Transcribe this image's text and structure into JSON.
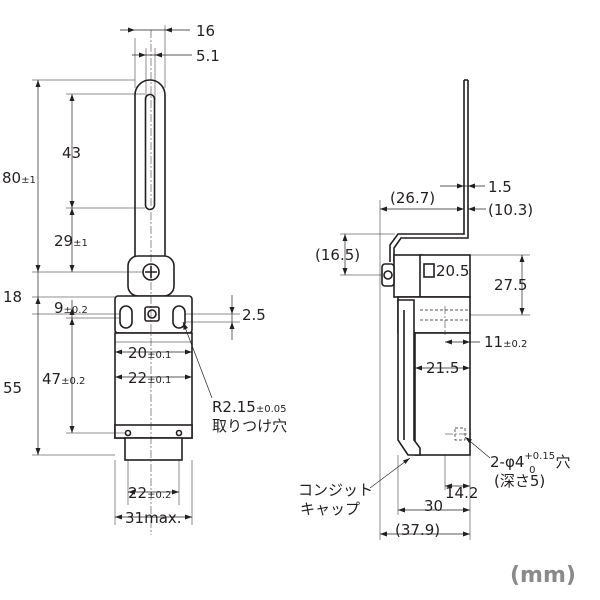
{
  "units": "(mm)",
  "front_view": {
    "dims": {
      "lever_width": "16",
      "slot_width": "5.1",
      "total_height_val": "80",
      "total_height_tol": "±1",
      "lever_upper": "43",
      "lever_lower_val": "29",
      "lever_lower_tol": "±1",
      "head_height": "18",
      "mount_offset_val": "9",
      "mount_offset_tol": "±0.2",
      "hole_offset": "2.5",
      "body_height": "55",
      "mount_pitch_v_val": "47",
      "mount_pitch_v_tol": "±0.2",
      "inner_width_1_val": "20",
      "inner_width_1_tol": "±0.1",
      "inner_width_2_val": "22",
      "inner_width_2_tol": "±0.1",
      "base_width_val": "22",
      "base_width_tol": "±0.2",
      "total_width": "31max."
    },
    "notes": {
      "radius_val": "R2.15",
      "radius_tol": "±0.05",
      "mount_hole": "取りつけ穴"
    }
  },
  "side_view": {
    "dims": {
      "lever_offset": "(26.7)",
      "lever_thickness": "1.5",
      "lever_to_face": "(10.3)",
      "head_offset": "(16.5)",
      "square": "20.5",
      "head_height": "27.5",
      "hole_depth_val": "11",
      "hole_depth_tol": "±0.2",
      "depth_mid": "21.5",
      "base_depth": "14.2",
      "body_depth": "30",
      "total_depth": "(37.9)"
    },
    "notes": {
      "holes_prefix": "2-φ4",
      "holes_tol_upper": "+0.15",
      "holes_tol_lower": "0",
      "holes_suffix": "穴",
      "holes_depth": "(深さ5)",
      "conduit_line1": "コンジット",
      "conduit_line2": "キャップ"
    }
  }
}
